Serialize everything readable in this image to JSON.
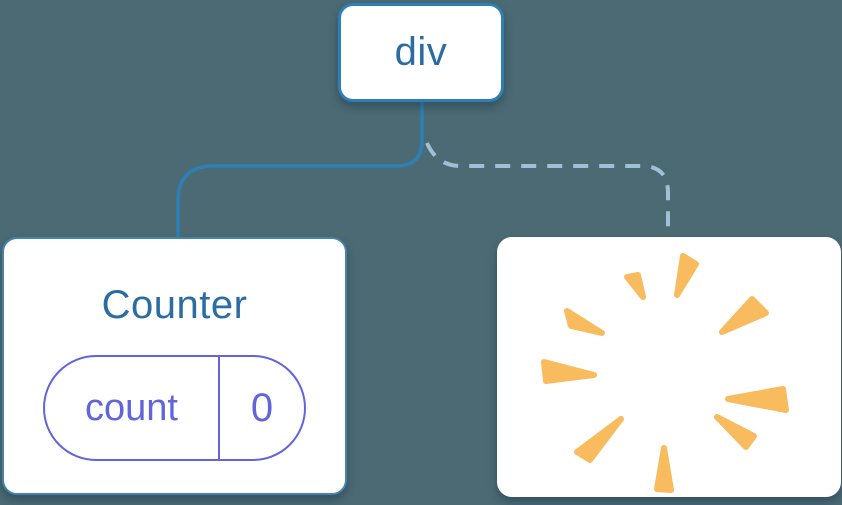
{
  "diagram": {
    "description": "component tree with root element, preserved stateful child, and removed child",
    "root_node": {
      "label": "div"
    },
    "children": [
      {
        "type": "component",
        "title": "Counter",
        "link_style": "solid",
        "state": {
          "key": "count",
          "value": "0"
        }
      },
      {
        "type": "removed",
        "icon": "poof-burst-icon",
        "link_style": "dashed"
      }
    ]
  },
  "colors": {
    "background": "#4b6a74",
    "card_background": "#ffffff",
    "node_border": "#2e7fb4",
    "solid_link": "#2e7fb4",
    "dashed_link": "#9fc0d5",
    "label_text": "#2b6ca3",
    "state_accent": "#6065dc",
    "burst": "#f8bb5e"
  }
}
